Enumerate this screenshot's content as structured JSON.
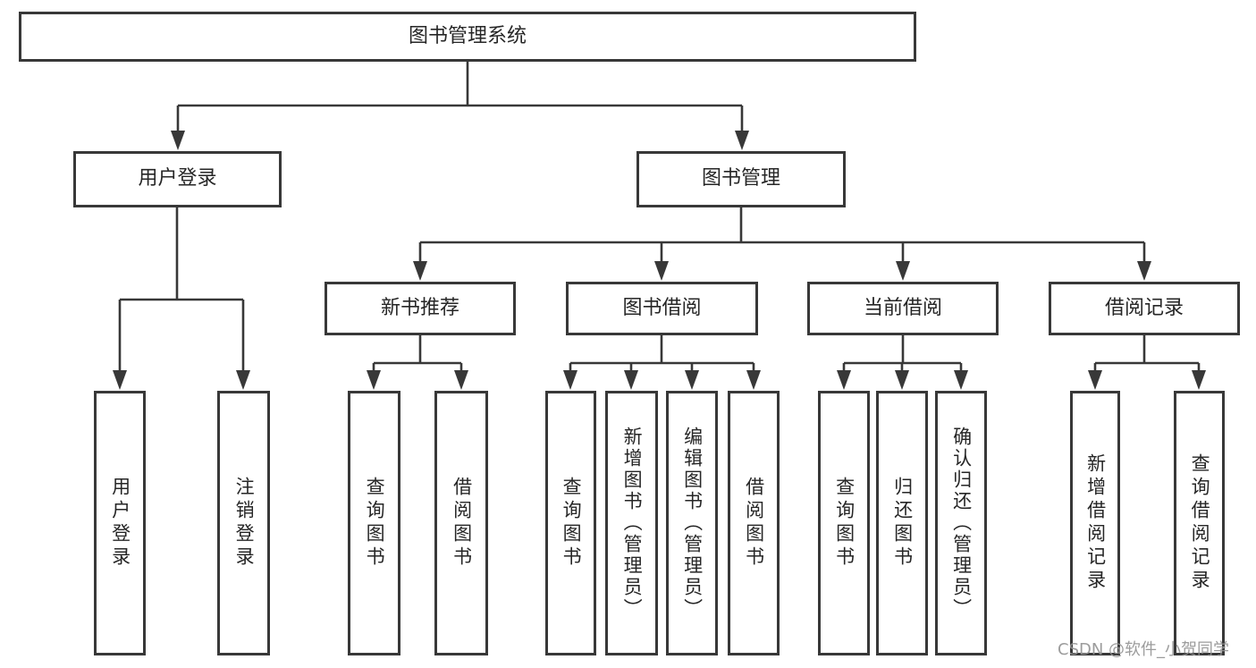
{
  "colors": {
    "line": "#383838",
    "box_border": "#383838",
    "text": "#262626",
    "watermark": "#949494",
    "background": "#ffffff"
  },
  "watermark": {
    "text": "CSDN @软件_小贺同学"
  },
  "tree": {
    "root": {
      "label": "图书管理系统",
      "children": [
        {
          "label": "用户登录",
          "children": [
            {
              "label": "用户登录"
            },
            {
              "label": "注销登录"
            }
          ]
        },
        {
          "label": "图书管理",
          "children": [
            {
              "label": "新书推荐",
              "children": [
                {
                  "label": "查询图书"
                },
                {
                  "label": "借阅图书"
                }
              ]
            },
            {
              "label": "图书借阅",
              "children": [
                {
                  "label": "查询图书"
                },
                {
                  "label": "新增图书（管理员）"
                },
                {
                  "label": "编辑图书（管理员）"
                },
                {
                  "label": "借阅图书"
                }
              ]
            },
            {
              "label": "当前借阅",
              "children": [
                {
                  "label": "查询图书"
                },
                {
                  "label": "归还图书"
                },
                {
                  "label": "确认归还（管理员）"
                }
              ]
            },
            {
              "label": "借阅记录",
              "children": [
                {
                  "label": "新增借阅记录"
                },
                {
                  "label": "查询借阅记录"
                }
              ]
            }
          ]
        }
      ]
    }
  }
}
